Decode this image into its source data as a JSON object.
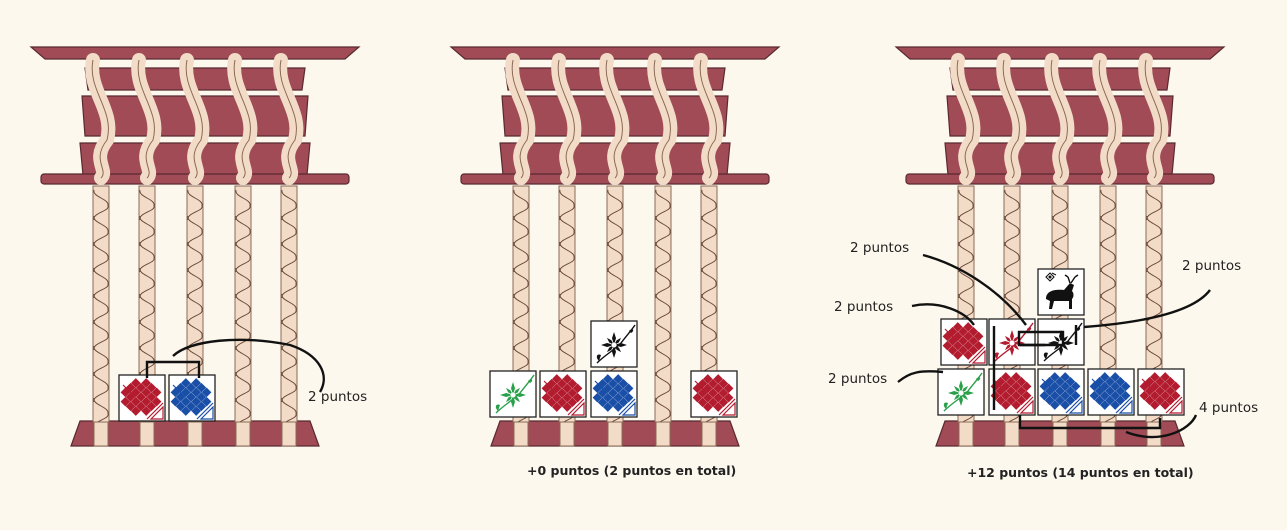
{
  "panels": [
    {
      "caption": "",
      "annotations": [
        "2 puntos"
      ]
    },
    {
      "caption": "+0 puntos (2 puntos en total)",
      "annotations": []
    },
    {
      "caption": "+12 puntos (14 puntos en total)",
      "annotations": [
        "2 puntos",
        "2 puntos",
        "2 puntos",
        "2 puntos",
        "4 puntos"
      ]
    }
  ],
  "tiles": {
    "panel1": [
      "diamond-red",
      "diamond-blue"
    ],
    "panel2": [
      "flower-green",
      "diamond-red",
      "diamond-blue",
      "flower-black",
      "diamond-red"
    ],
    "panel3": [
      "diamond-red",
      "flower-red",
      "flower-black",
      "deer-black",
      "flower-green",
      "diamond-red",
      "diamond-blue",
      "diamond-blue",
      "diamond-red"
    ]
  },
  "colors": {
    "background": "#fdf8ee",
    "wood": "#a04b55",
    "rope": "#f2dcc8",
    "red": "#b31b2e",
    "blue": "#1a4fa8",
    "green": "#2aa04a",
    "black": "#111111"
  }
}
